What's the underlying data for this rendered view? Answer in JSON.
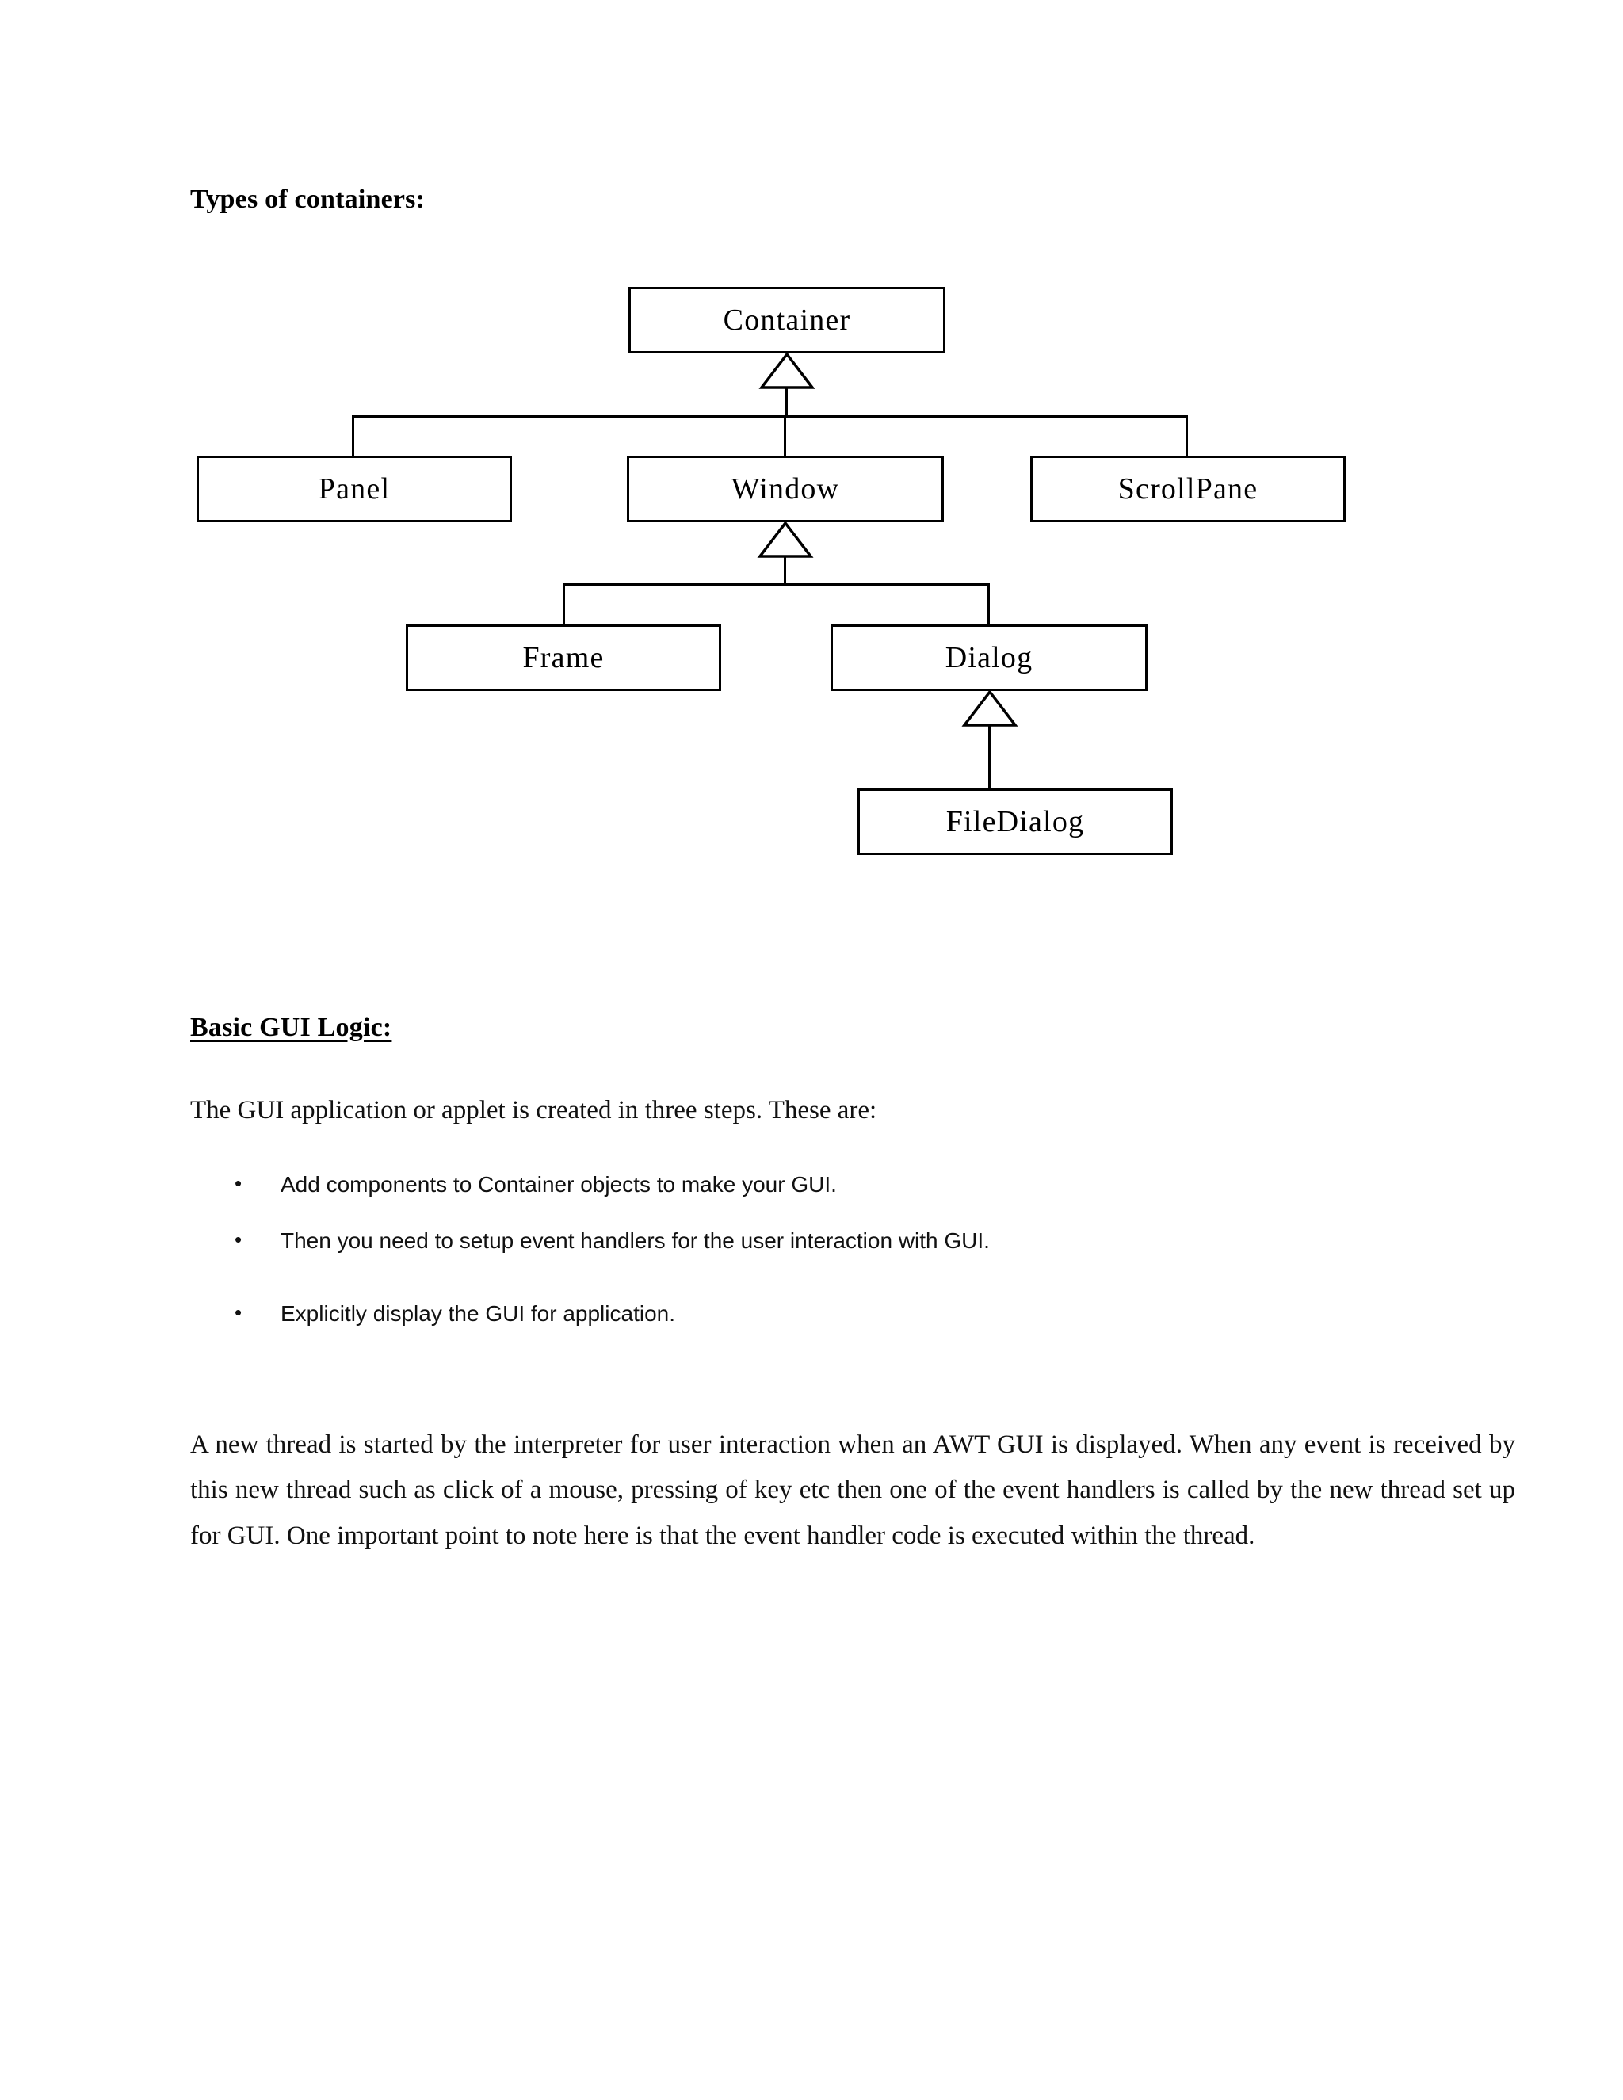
{
  "document": {
    "section_heading": "Types of containers:",
    "subsection_heading": "Basic GUI Logic:",
    "intro_paragraph": "The GUI application or applet is created in three steps. These are:",
    "bullets": [
      "Add components to Container objects to make your GUI.",
      "Then you need to setup event handlers for the user interaction with GUI.",
      "Explicitly display the GUI for application."
    ],
    "bullet_marker": "•",
    "closing_paragraph": "A new thread is started by the interpreter for user interaction when an AWT GUI is displayed. When any event is received by this new thread such as click of a mouse, pressing of key etc then one of the event handlers is called by the new thread set up for GUI. One important point to note here is that the event handler code is executed within the thread."
  },
  "diagram": {
    "type": "class-hierarchy",
    "notation": "UML generalization (hollow triangle arrowhead points to superclass)",
    "nodes": {
      "container": "Container",
      "panel": "Panel",
      "window": "Window",
      "scrollpane": "ScrollPane",
      "frame": "Frame",
      "dialog": "Dialog",
      "filedialog": "FileDialog"
    },
    "edges": [
      {
        "child": "Panel",
        "parent": "Container"
      },
      {
        "child": "Window",
        "parent": "Container"
      },
      {
        "child": "ScrollPane",
        "parent": "Container"
      },
      {
        "child": "Frame",
        "parent": "Window"
      },
      {
        "child": "Dialog",
        "parent": "Window"
      },
      {
        "child": "FileDialog",
        "parent": "Dialog"
      }
    ],
    "stroke_color": "#000000",
    "fill_color": "#ffffff"
  }
}
